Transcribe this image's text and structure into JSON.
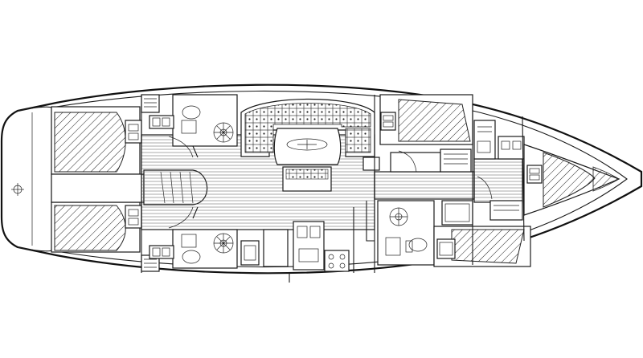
{
  "diagram": {
    "type": "sailboat-deck-plan",
    "hull_outline": "#111111",
    "line_color": "#1a1a1a",
    "background": "#ffffff",
    "hatch_pattern": "diagonal-lines",
    "floor_pattern": "horizontal-planks",
    "icons": [
      "compass-rose-icon",
      "helm-wheel-icon",
      "sink-icon",
      "toilet-icon",
      "stove-icon"
    ]
  }
}
